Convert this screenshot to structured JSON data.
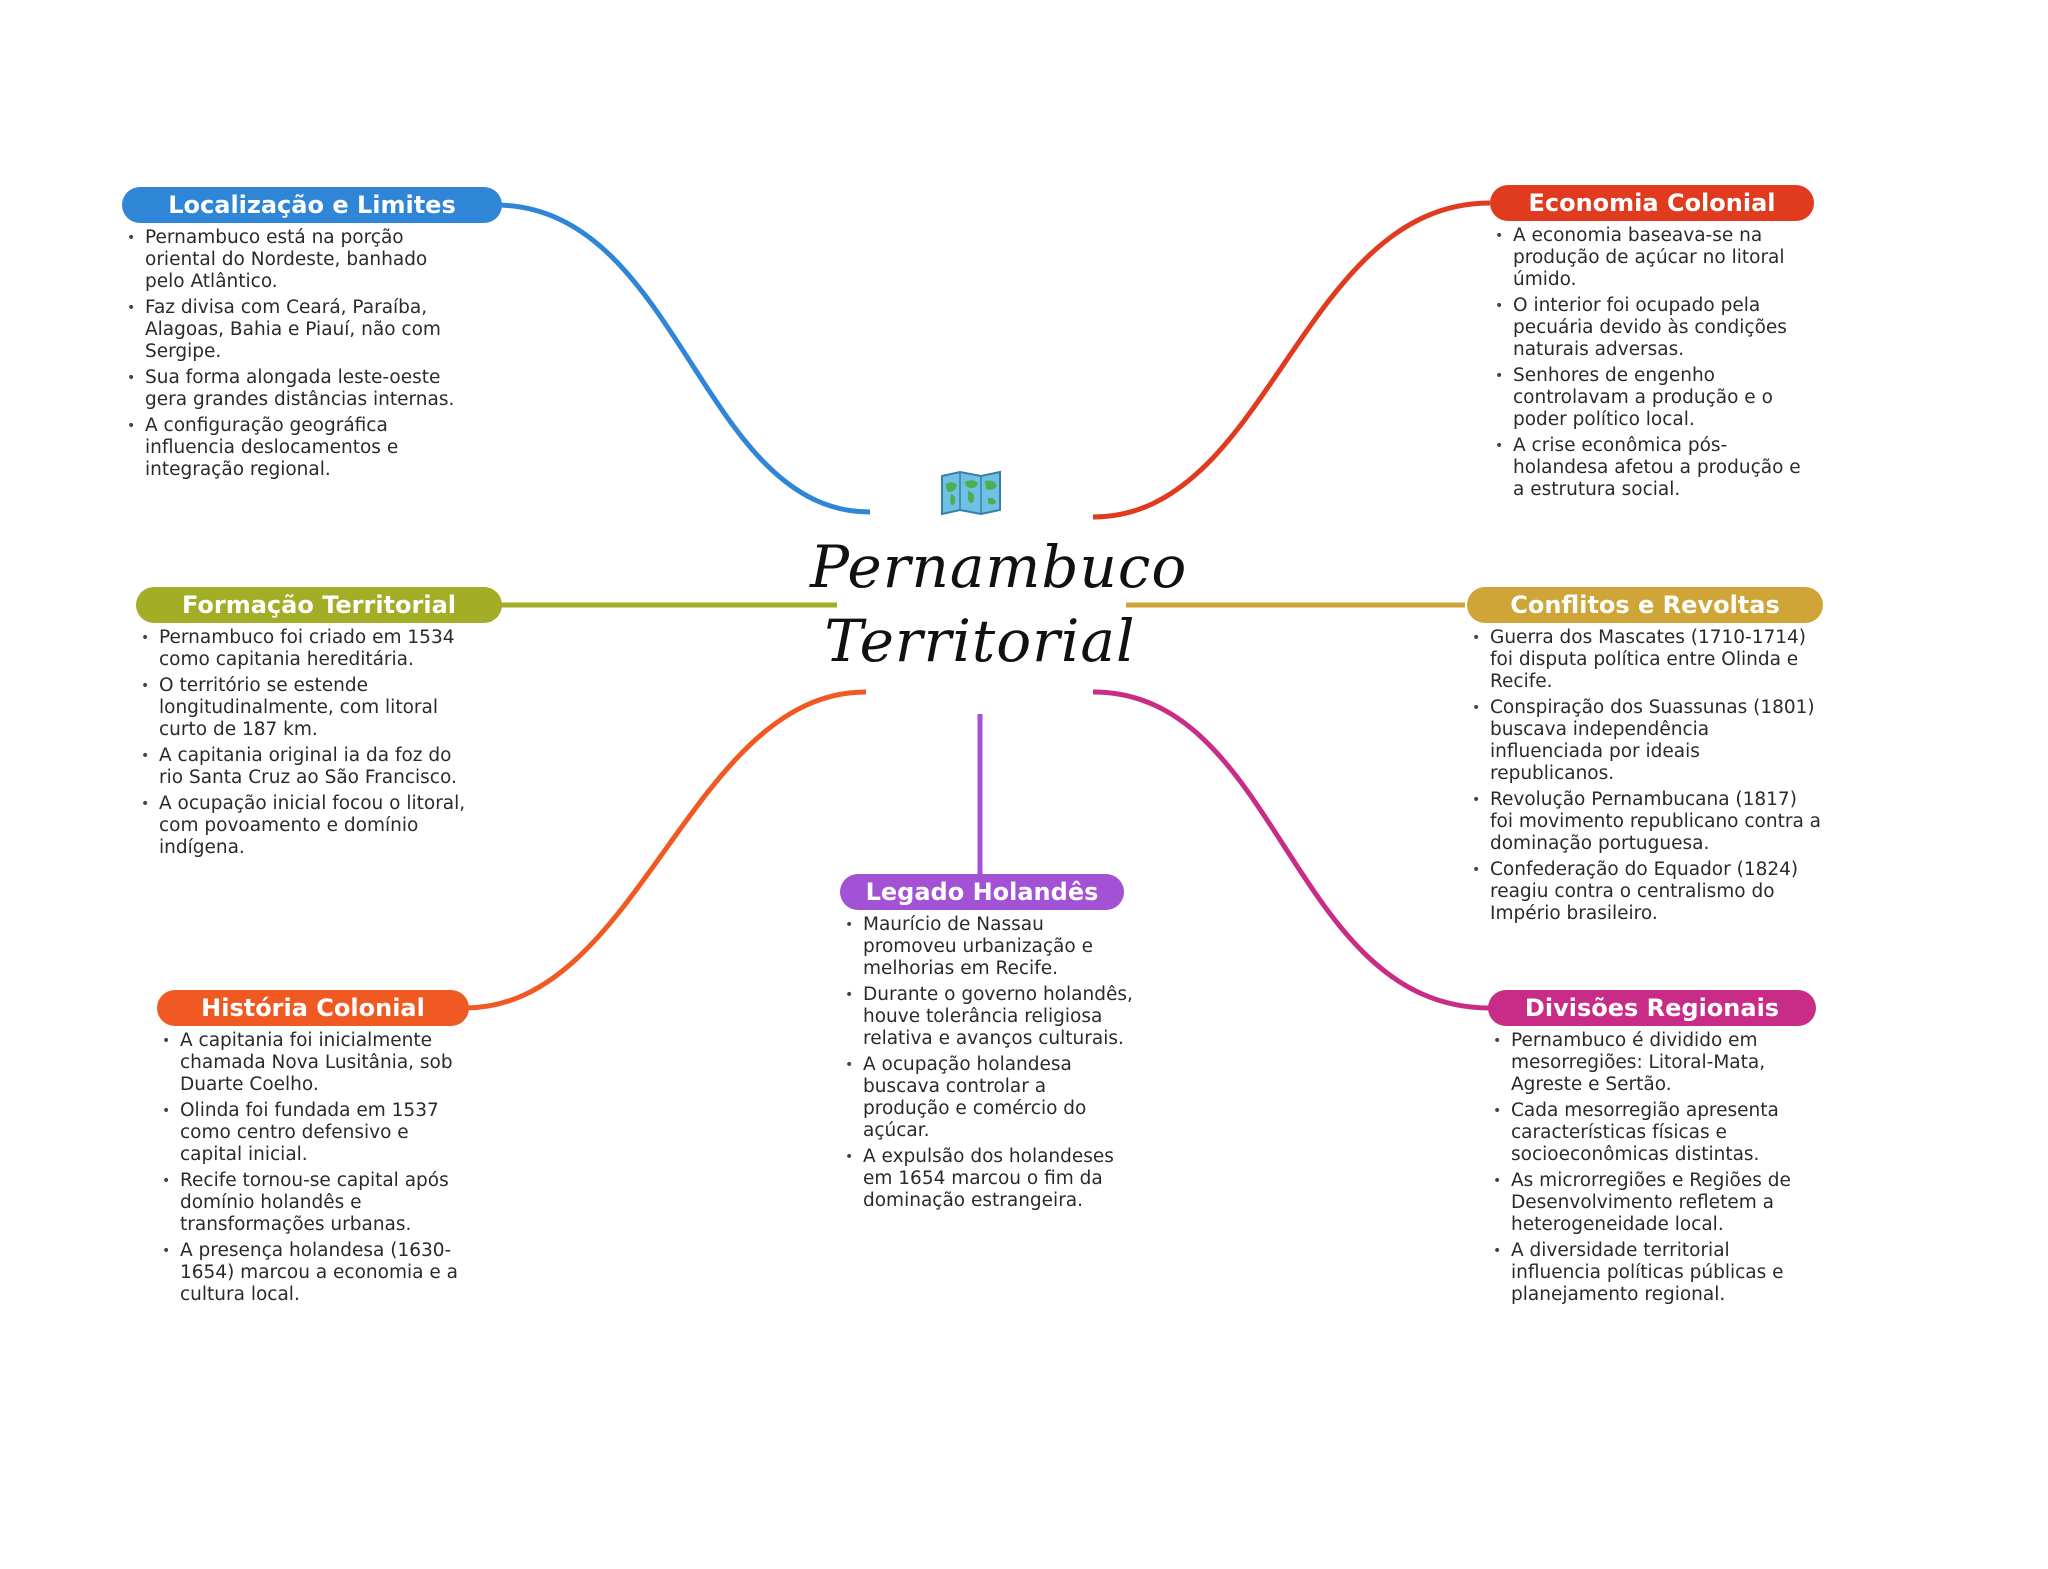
{
  "center": {
    "title_line1": "Pernambuco",
    "title_line2": "Territorial",
    "icon": "world-map-icon"
  },
  "colors": {
    "localizacao": "#2f86d6",
    "formacao": "#a3ae26",
    "historia": "#f05a22",
    "legado": "#a352d6",
    "economia": "#e03a1f",
    "conflitos": "#cfa537",
    "divisoes": "#c92c86"
  },
  "branches": {
    "localizacao": {
      "title": "Localização e Limites",
      "items": [
        "Pernambuco está na porção oriental do Nordeste, banhado pelo Atlântico.",
        "Faz divisa com Ceará, Paraíba, Alagoas, Bahia e Piauí, não com Sergipe.",
        "Sua forma alongada leste-oeste gera grandes distâncias internas.",
        "A configuração geográfica influencia deslocamentos e integração regional."
      ]
    },
    "formacao": {
      "title": "Formação Territorial",
      "items": [
        "Pernambuco foi criado em 1534 como capitania hereditária.",
        "O território se estende longitudinalmente, com litoral curto de 187 km.",
        "A capitania original ia da foz do rio Santa Cruz ao São Francisco.",
        "A ocupação inicial focou o litoral, com povoamento e domínio indígena."
      ]
    },
    "historia": {
      "title": "História Colonial",
      "items": [
        "A capitania foi inicialmente chamada Nova Lusitânia, sob Duarte Coelho.",
        "Olinda foi fundada em 1537 como centro defensivo e capital inicial.",
        "Recife tornou-se capital após domínio holandês e transformações urbanas.",
        "A presença holandesa (1630-1654) marcou a economia e a cultura local."
      ]
    },
    "legado": {
      "title": "Legado Holandês",
      "items": [
        "Maurício de Nassau promoveu urbanização e melhorias em Recife.",
        "Durante o governo holandês, houve tolerância religiosa relativa e avanços culturais.",
        "A ocupação holandesa buscava controlar a produção e comércio do açúcar.",
        "A expulsão dos holandeses em 1654 marcou o fim da dominação estrangeira."
      ]
    },
    "economia": {
      "title": "Economia Colonial",
      "items": [
        "A economia baseava-se na produção de açúcar no litoral úmido.",
        "O interior foi ocupado pela pecuária devido às condições naturais adversas.",
        "Senhores de engenho controlavam a produção e o poder político local.",
        "A crise econômica pós-holandesa afetou a produção e a estrutura social."
      ]
    },
    "conflitos": {
      "title": "Conflitos e Revoltas",
      "items": [
        "Guerra dos Mascates (1710-1714) foi disputa política entre Olinda e Recife.",
        "Conspiração dos Suassunas (1801) buscava independência influenciada por ideais republicanos.",
        "Revolução Pernambucana (1817) foi movimento republicano contra a dominação portuguesa.",
        "Confederação do Equador (1824) reagiu contra o centralismo do Império brasileiro."
      ]
    },
    "divisoes": {
      "title": "Divisões Regionais",
      "items": [
        "Pernambuco é dividido em mesorregiões: Litoral-Mata, Agreste e Sertão.",
        "Cada mesorregião apresenta características físicas e socioeconômicas distintas.",
        "As microrregiões e Regiões de Desenvolvimento refletem a heterogeneidade local.",
        "A diversidade territorial influencia políticas públicas e planejamento regional."
      ]
    }
  }
}
